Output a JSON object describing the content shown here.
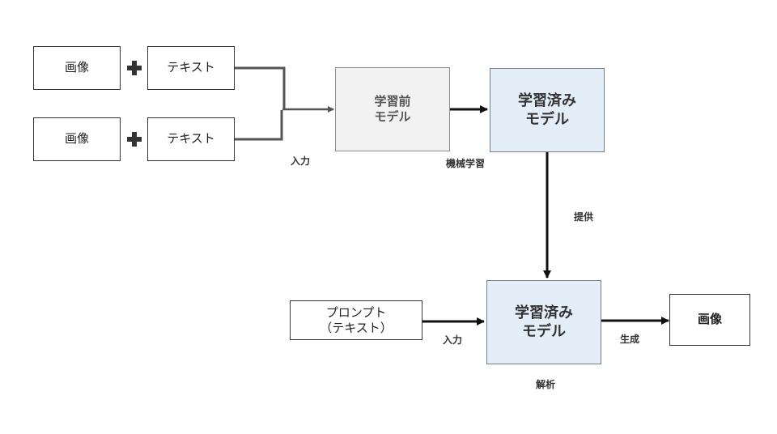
{
  "training": {
    "pair1": {
      "image": "画像",
      "text": "テキスト"
    },
    "pair2": {
      "image": "画像",
      "text": "テキスト"
    },
    "input_label": "入力",
    "pretrained_model": {
      "line1": "学習前",
      "line2": "モデル"
    },
    "machine_learning_label": "機械学習",
    "trained_model": {
      "line1": "学習済み",
      "line2": "モデル"
    }
  },
  "provide_label": "提供",
  "inference": {
    "prompt": {
      "line1": "プロンプト",
      "line2": "（テキスト）"
    },
    "input_label": "入力",
    "trained_model": {
      "line1": "学習済み",
      "line2": "モデル"
    },
    "analysis_label": "解析",
    "generate_label": "生成",
    "output_image": "画像"
  }
}
